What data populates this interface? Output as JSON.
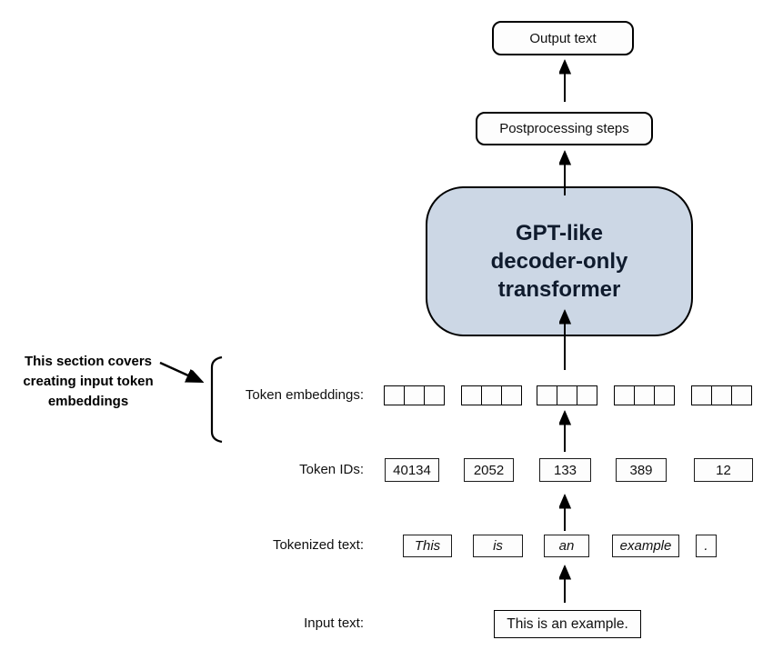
{
  "pipeline": {
    "output_box": "Output text",
    "postprocessing_box": "Postprocessing steps",
    "transformer_lines": [
      "GPT-like",
      "decoder-only",
      "transformer"
    ]
  },
  "rows": {
    "embeddings_label": "Token embeddings:",
    "ids_label": "Token IDs:",
    "tokenized_label": "Tokenized text:",
    "input_label": "Input text:",
    "token_ids": [
      "40134",
      "2052",
      "133",
      "389",
      "12"
    ],
    "tokens": [
      "This",
      "is",
      "an",
      "example",
      "."
    ],
    "input_text": "This is an example."
  },
  "embeddings": {
    "group_count": 5,
    "cells_per_group": 3
  },
  "annotation": {
    "lines": [
      "This section covers",
      "creating input token",
      "embeddings"
    ]
  },
  "colors": {
    "background": "#ffffff",
    "transformer_fill": "#ccd7e5",
    "transformer_text": "#0f1b2d",
    "box_border": "#000000",
    "arrow": "#000000"
  }
}
